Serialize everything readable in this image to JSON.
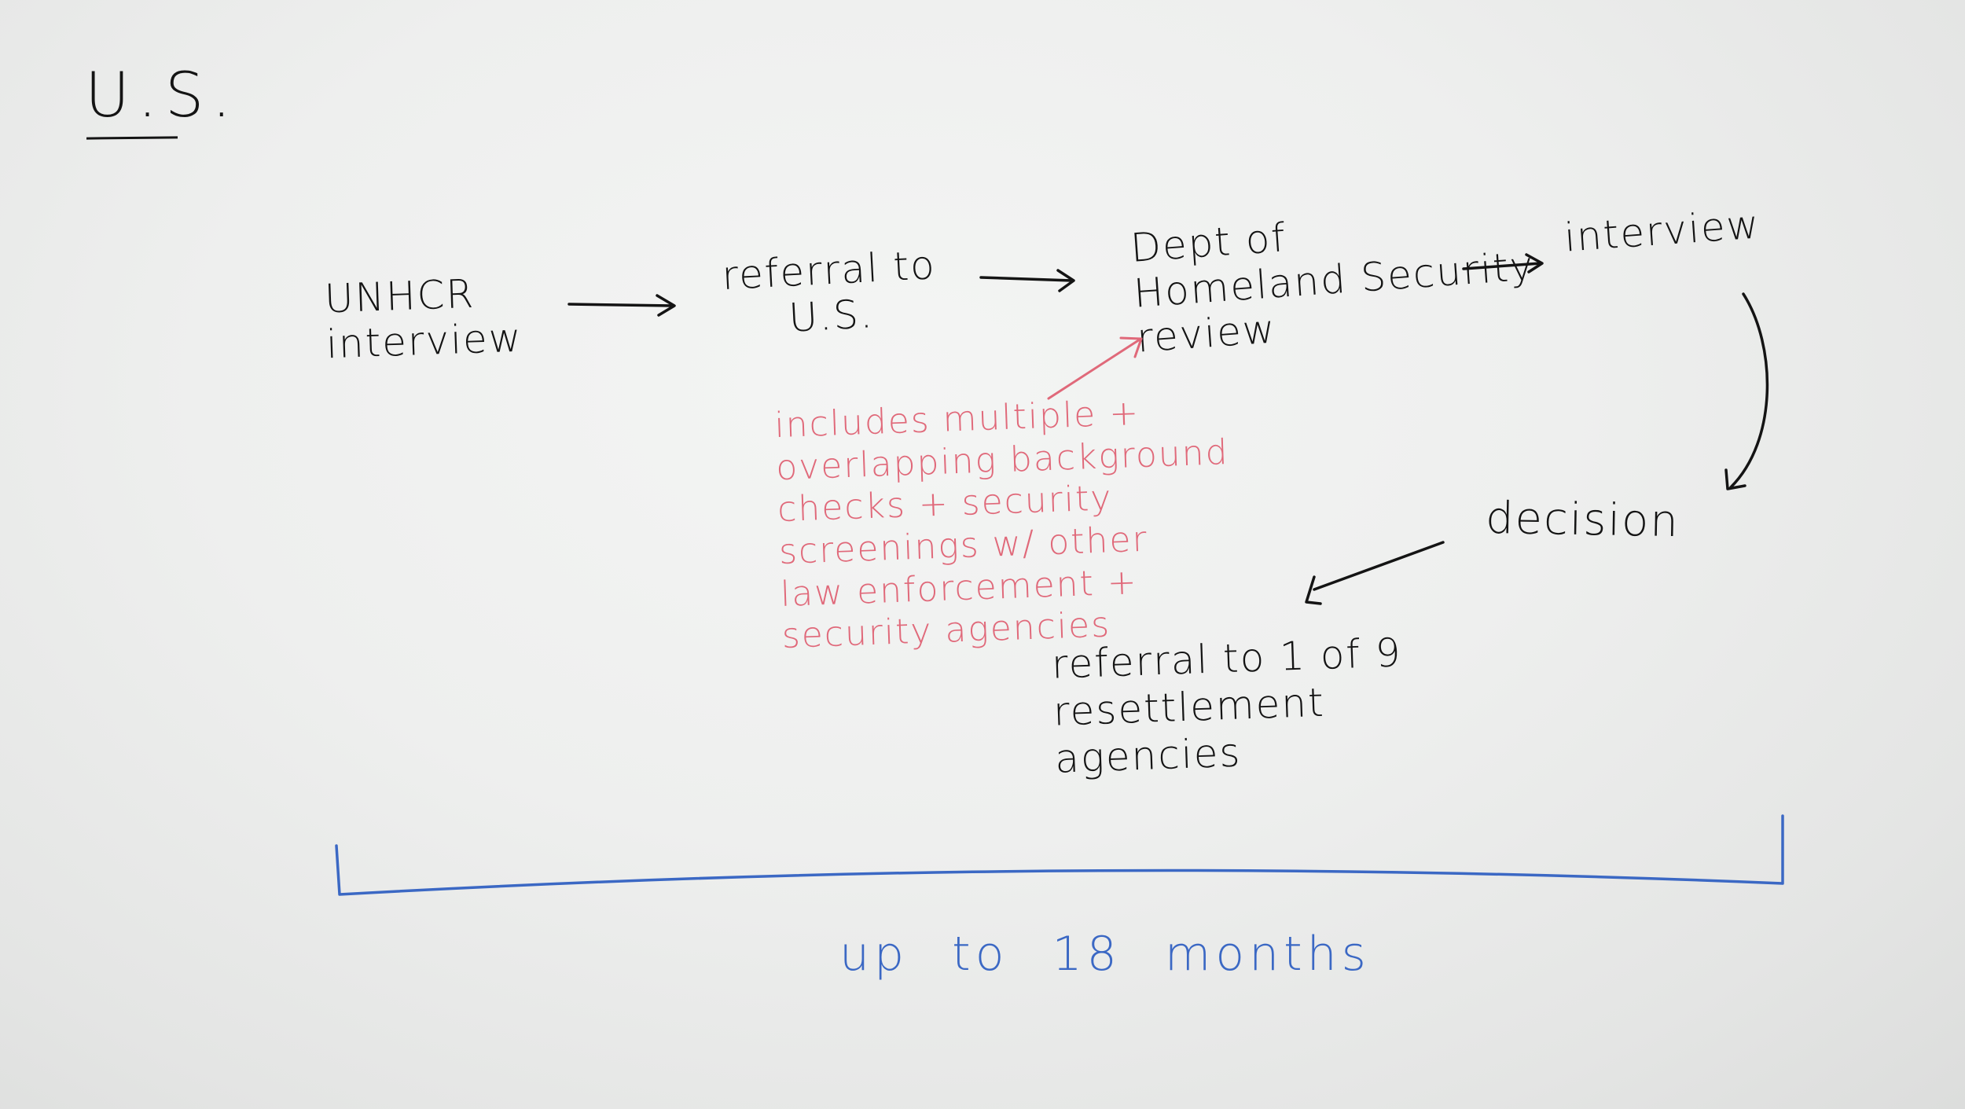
{
  "title": "U.S.",
  "steps": {
    "unhcr_interview": "UNHCR\ninterview",
    "referral_us": "referral to\nU.S.",
    "dhs_review": "Dept of\nHomeland Security\nreview",
    "interview": "interview",
    "decision": "decision",
    "resettlement": "referral to 1 of 9\nresettlement\nagencies"
  },
  "annotation": "includes multiple +\noverlapping background\nchecks + security\nscreenings w/ other\nlaw enforcement +\nsecurity agencies",
  "timeline": {
    "label": "up to 18 months"
  },
  "colors": {
    "ink": "#141414",
    "annotation": "#e0697a",
    "timeline": "#3b68c4",
    "board": "#eeefee"
  }
}
